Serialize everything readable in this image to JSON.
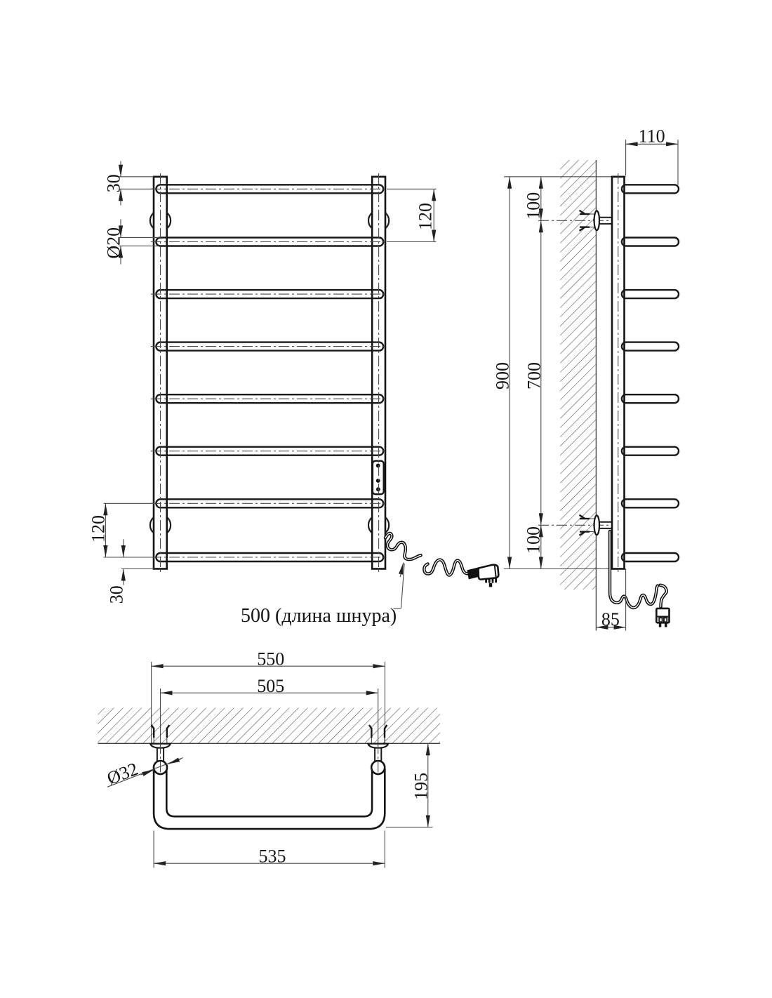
{
  "figure": {
    "type": "technical_drawing",
    "subject": "ladder towel rail (electric) with power cord",
    "views": [
      "front",
      "side-on-wall",
      "top"
    ],
    "rung_count": 8,
    "line_color": "#141414",
    "background": "#ffffff"
  },
  "labels": {
    "front": {
      "top_offset": "30",
      "rung_diameter": "Ø20",
      "rung_spacing_right": "120",
      "rung_spacing_left": "120",
      "bottom_offset": "30",
      "cord_note": "500 (длина шнура)"
    },
    "side": {
      "depth": "110",
      "height_total": "900",
      "bracket_span": "700",
      "bracket_top": "100",
      "bracket_bottom": "100",
      "wall_gap": "85"
    },
    "top": {
      "width_overall": "550",
      "mount_span": "505",
      "tube_diameter": "Ø32",
      "depth": "195",
      "width_bottom": "535"
    }
  }
}
